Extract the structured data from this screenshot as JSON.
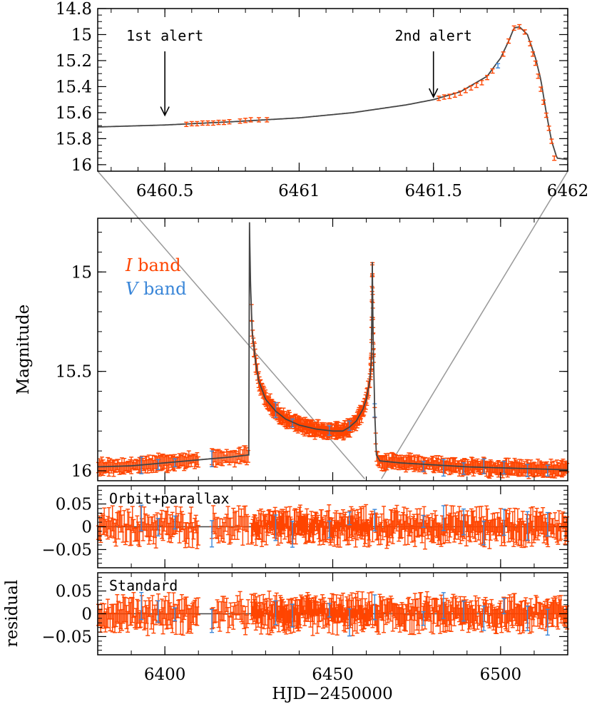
{
  "colors": {
    "i_band": "#ff4500",
    "v_band": "#3a86d8",
    "model": "#444444",
    "frame": "#000000",
    "connector": "#999999"
  },
  "chart_data": [
    {
      "type": "scatter",
      "panel": "zoom",
      "xlim": [
        6460.25,
        6462.0
      ],
      "ylim": [
        16.05,
        14.8
      ],
      "xticks": [
        6460.5,
        6461,
        6461.5,
        6462
      ],
      "xtick_labels": [
        "6460.5",
        "6461",
        "6461.5",
        "6462"
      ],
      "yticks": [
        14.8,
        15,
        15.2,
        15.4,
        15.6,
        15.8,
        16
      ],
      "ytick_labels": [
        "14.8",
        "15",
        "15.2",
        "15.4",
        "15.6",
        "15.8",
        "16"
      ],
      "annotations": [
        {
          "text": "1st alert",
          "x": 6460.5,
          "y": 15.62
        },
        {
          "text": "2nd alert",
          "x": 6461.5,
          "y": 15.48
        }
      ],
      "model_curve": {
        "x": [
          6460.25,
          6460.5,
          6460.75,
          6461.0,
          6461.2,
          6461.4,
          6461.5,
          6461.6,
          6461.7,
          6461.75,
          6461.78,
          6461.8,
          6461.82,
          6461.85,
          6461.88,
          6461.9,
          6461.92,
          6461.94,
          6461.96,
          6462.0
        ],
        "y": [
          15.71,
          15.695,
          15.67,
          15.64,
          15.6,
          15.54,
          15.5,
          15.44,
          15.32,
          15.18,
          15.05,
          14.95,
          14.94,
          15.0,
          15.18,
          15.35,
          15.6,
          15.82,
          15.95,
          15.96
        ]
      },
      "series": [
        {
          "name": "I band",
          "x": [
            6460.58,
            6460.6,
            6460.62,
            6460.64,
            6460.66,
            6460.68,
            6460.7,
            6460.72,
            6460.74,
            6460.78,
            6460.8,
            6460.82,
            6460.85,
            6460.88,
            6461.52,
            6461.54,
            6461.56,
            6461.58,
            6461.6,
            6461.62,
            6461.64,
            6461.66,
            6461.68,
            6461.7,
            6461.72,
            6461.76,
            6461.78,
            6461.8,
            6461.82,
            6461.84,
            6461.86,
            6461.87,
            6461.88,
            6461.89,
            6461.9,
            6461.91,
            6461.92,
            6461.93,
            6461.94,
            6461.95
          ],
          "y": [
            15.69,
            15.685,
            15.685,
            15.68,
            15.68,
            15.68,
            15.675,
            15.675,
            15.67,
            15.665,
            15.66,
            15.655,
            15.655,
            15.655,
            15.49,
            15.48,
            15.475,
            15.465,
            15.45,
            15.43,
            15.41,
            15.39,
            15.37,
            15.33,
            15.28,
            15.15,
            15.05,
            14.95,
            14.94,
            14.98,
            15.07,
            15.15,
            15.22,
            15.32,
            15.42,
            15.52,
            15.62,
            15.72,
            15.82,
            15.95
          ],
          "err": 0.012
        },
        {
          "name": "V band",
          "x": [
            6461.74
          ],
          "y": [
            15.24
          ],
          "err": 0.012
        }
      ]
    },
    {
      "type": "scatter",
      "panel": "main",
      "xlim": [
        6380,
        6520
      ],
      "ylim": [
        16.05,
        14.73
      ],
      "yticks": [
        15,
        15.5,
        16
      ],
      "ytick_labels": [
        "15",
        "15.5",
        "16"
      ],
      "xticks": [
        6400,
        6450,
        6500
      ],
      "ylabel": "Magnitude",
      "legend": {
        "placement": "top-left",
        "entries": [
          {
            "italic": "I",
            "rest": " band"
          },
          {
            "italic": "V",
            "rest": " band"
          }
        ]
      },
      "zoom_box": {
        "x": [
          6459.5,
          6464.5
        ],
        "y": [
          14.87,
          16.04
        ]
      },
      "model_curve": {
        "x": [
          6380,
          6390,
          6400,
          6410,
          6420,
          6425,
          6425.2,
          6425.5,
          6426,
          6427,
          6428,
          6430,
          6433,
          6436,
          6440,
          6445,
          6450,
          6453,
          6455,
          6457,
          6459,
          6460,
          6461,
          6461.5,
          6461.8,
          6462,
          6462.5,
          6463,
          6464,
          6470,
          6480,
          6490,
          6500,
          6510,
          6520
        ],
        "y": [
          15.98,
          15.975,
          15.96,
          15.945,
          15.93,
          15.92,
          14.75,
          15.05,
          15.3,
          15.45,
          15.55,
          15.64,
          15.7,
          15.74,
          15.77,
          15.79,
          15.8,
          15.8,
          15.78,
          15.75,
          15.69,
          15.64,
          15.55,
          15.45,
          14.95,
          15.3,
          15.7,
          15.92,
          15.95,
          15.96,
          15.97,
          15.98,
          15.985,
          15.99,
          15.995
        ]
      },
      "vlines": [
        6425.2,
        6462
      ]
    },
    {
      "type": "scatter",
      "panel": "residual_orbit",
      "title": "Orbit+parallax",
      "xlim": [
        6380,
        6520
      ],
      "ylim": [
        -0.09,
        0.09
      ],
      "yticks": [
        0.05,
        0,
        -0.05
      ],
      "ytick_labels": [
        "0.05",
        "0",
        "−0.05"
      ]
    },
    {
      "type": "scatter",
      "panel": "residual_standard",
      "title": "Standard",
      "xlim": [
        6380,
        6520
      ],
      "ylim": [
        -0.09,
        0.09
      ],
      "yticks": [
        0.05,
        0,
        -0.05
      ],
      "ytick_labels": [
        "0.05",
        "0",
        "−0.05"
      ],
      "xticks": [
        6400,
        6450,
        6500
      ],
      "xtick_labels": [
        "6400",
        "6450",
        "6500"
      ],
      "xlabel": "HJD−2450000",
      "ylabel": "residual"
    }
  ]
}
